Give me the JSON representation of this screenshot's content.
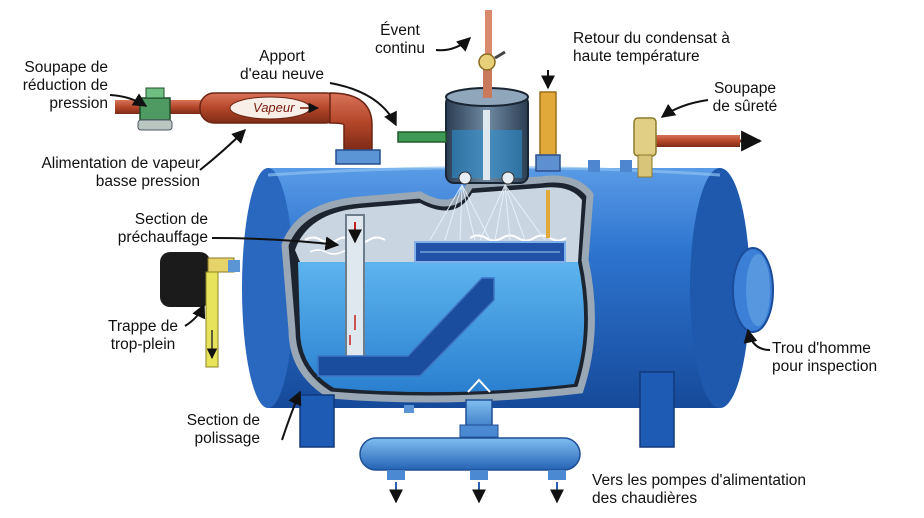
{
  "labels": {
    "soupape_reduction": [
      "Soupape de",
      "réduction de",
      "pression"
    ],
    "apport_eau": [
      "Apport",
      "d'eau neuve"
    ],
    "event": [
      "Évent",
      "continu"
    ],
    "retour_condensat": [
      "Retour du condensat à",
      "haute température"
    ],
    "soupape_surete": [
      "Soupape",
      "de sûreté"
    ],
    "alimentation_vapeur": [
      "Alimentation de vapeur",
      "basse pression"
    ],
    "section_prechauffage": [
      "Section de",
      "préchauffage"
    ],
    "trappe": [
      "Trappe de",
      "trop-plein"
    ],
    "trou_homme": [
      "Trou d'homme",
      "pour inspection"
    ],
    "section_polissage": [
      "Section de",
      "polissage"
    ],
    "vers_pompes": [
      "Vers les pompes d'alimentation",
      "des chaudières"
    ],
    "vapeur_pipe": "Vapeur"
  },
  "colors": {
    "tank_blue": "#2a6fc9",
    "water": "#3b9be0",
    "steam_pipe": "#b5472a",
    "condensate_pipe": "#e0a93a",
    "overflow_pipe": "#e7e35a"
  }
}
